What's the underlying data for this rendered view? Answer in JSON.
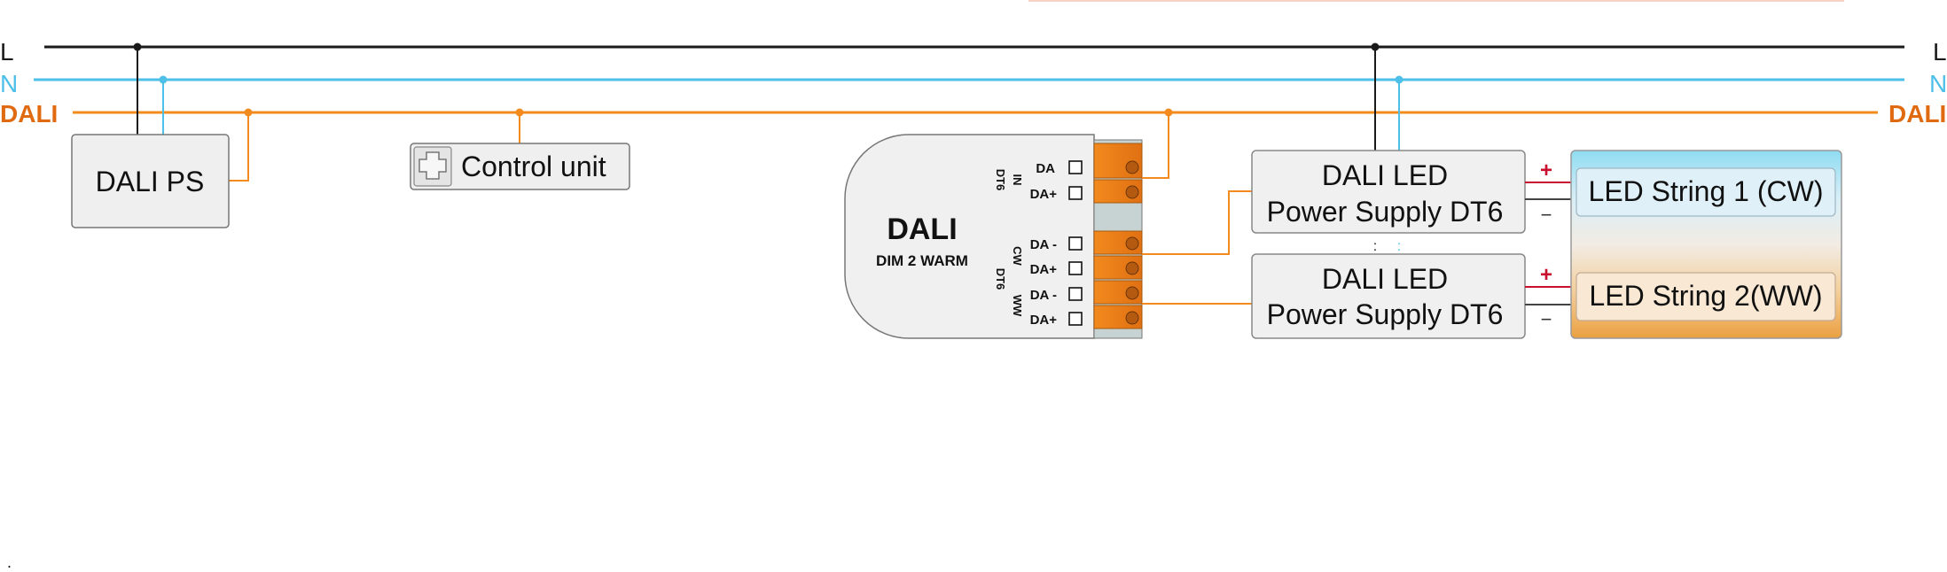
{
  "buses": {
    "l_label": "L",
    "n_label": "N",
    "dali_label": "DALI",
    "colors": {
      "l": "#1a1a1a",
      "n": "#4dbfe8",
      "dali": "#f28a1e",
      "dali_text": "#e06a10"
    }
  },
  "dali_ps": {
    "label": "DALI PS"
  },
  "control_unit": {
    "label": "Control unit",
    "icon": "plus-icon"
  },
  "module": {
    "title": "DALI",
    "subtitle": "DIM 2 WARM",
    "group_in": "IN",
    "group_in_type": "DT6",
    "group_out_cw": "CW",
    "group_out_ww": "WW",
    "group_out_type": "DT6",
    "terminals": [
      "DA",
      "DA+",
      "DA -",
      "DA+",
      "DA -",
      "DA+"
    ]
  },
  "psu_top": {
    "line1": "DALI LED",
    "line2": "Power Supply DT6",
    "plus": "+",
    "minus": "−"
  },
  "psu_bottom": {
    "line1": "DALI LED",
    "line2": "Power Supply DT6",
    "plus": "+",
    "minus": "−"
  },
  "led_strings": [
    {
      "label": "LED String 1 (CW)"
    },
    {
      "label": "LED String 2(WW)"
    }
  ],
  "footer_mark": "."
}
